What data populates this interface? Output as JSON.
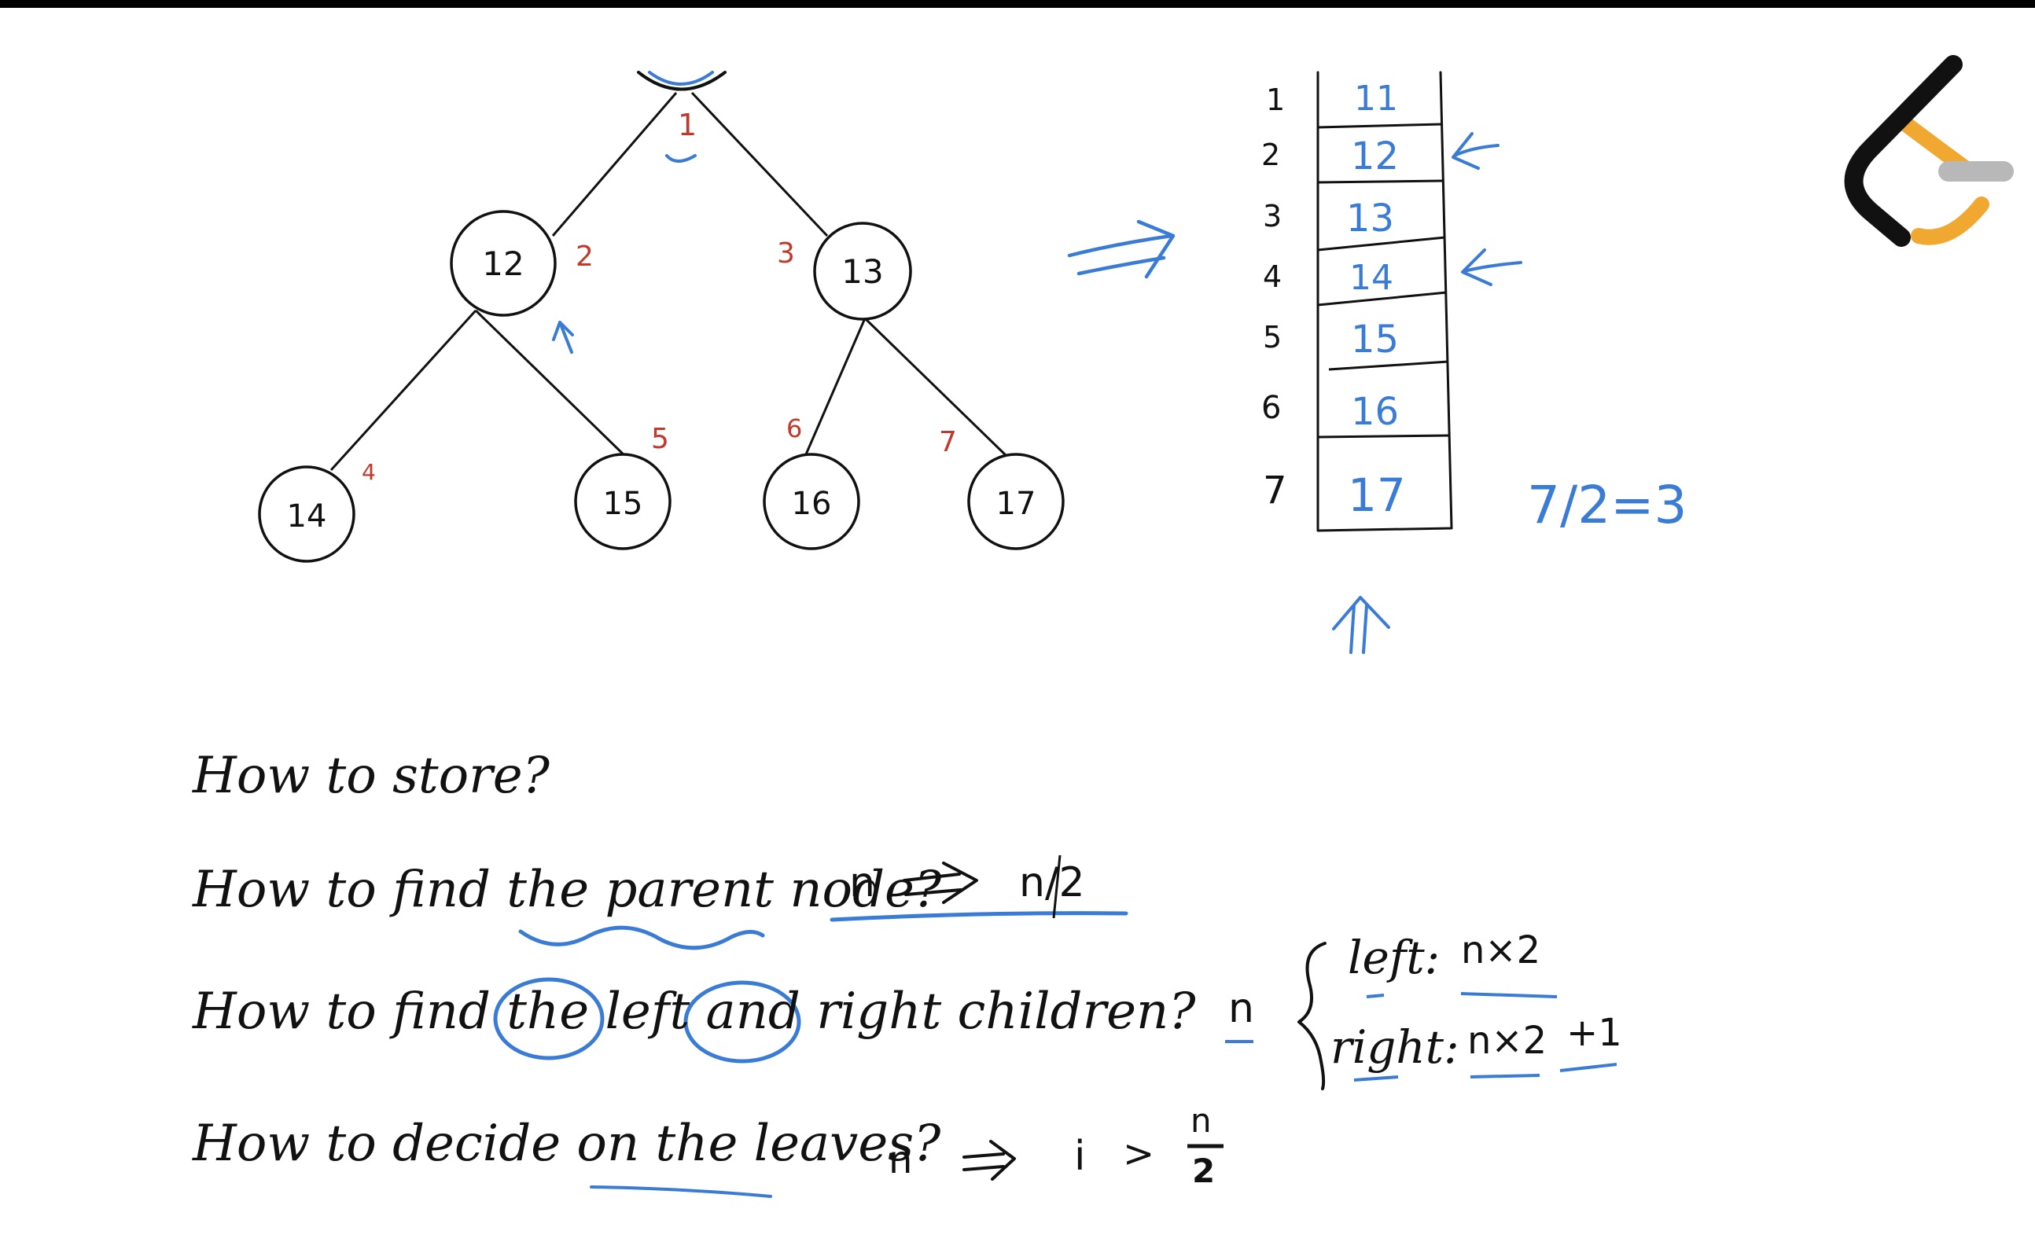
{
  "colors": {
    "ink": "#111111",
    "blue_pen": "#3a7bd5",
    "red_pen": "#c0392b",
    "logo_dark": "#111111",
    "logo_orange": "#f0a830",
    "logo_gray": "#b8b8b8"
  },
  "tree": {
    "nodes": [
      {
        "value": "12",
        "index": "2"
      },
      {
        "value": "13",
        "index": "3"
      },
      {
        "value": "14",
        "index": "4"
      },
      {
        "value": "15",
        "index": "5"
      },
      {
        "value": "16",
        "index": "6"
      },
      {
        "value": "17",
        "index": "7"
      }
    ],
    "root_index": "1"
  },
  "array": {
    "indices": [
      "1",
      "2",
      "3",
      "4",
      "5",
      "6",
      "7"
    ],
    "values": [
      "11",
      "12",
      "13",
      "14",
      "15",
      "16",
      "17"
    ],
    "formula": "7/2=3"
  },
  "questions": {
    "store": "How to store?",
    "parent": "How to find the parent node?",
    "children_part1": "How to find the ",
    "children_left": "left",
    "children_and": " and ",
    "children_right": "right",
    "children_part2": " children?",
    "leaves": "How to decide on the leaves?"
  },
  "answers": {
    "parent_lhs": "n",
    "parent_rhs": "n/2",
    "children_n": "n",
    "left_label": "left:",
    "left_expr": "n×2",
    "right_label": "right:",
    "right_expr": "n×2",
    "right_plus": "+1",
    "leaves_lhs": "n",
    "leaves_i": "i",
    "leaves_gt": ">",
    "leaves_num": "n",
    "leaves_den": "2"
  },
  "icons": [
    "leetcode-logo",
    "double-arrow-icon",
    "left-arrow-icon",
    "up-arrow-icon"
  ]
}
